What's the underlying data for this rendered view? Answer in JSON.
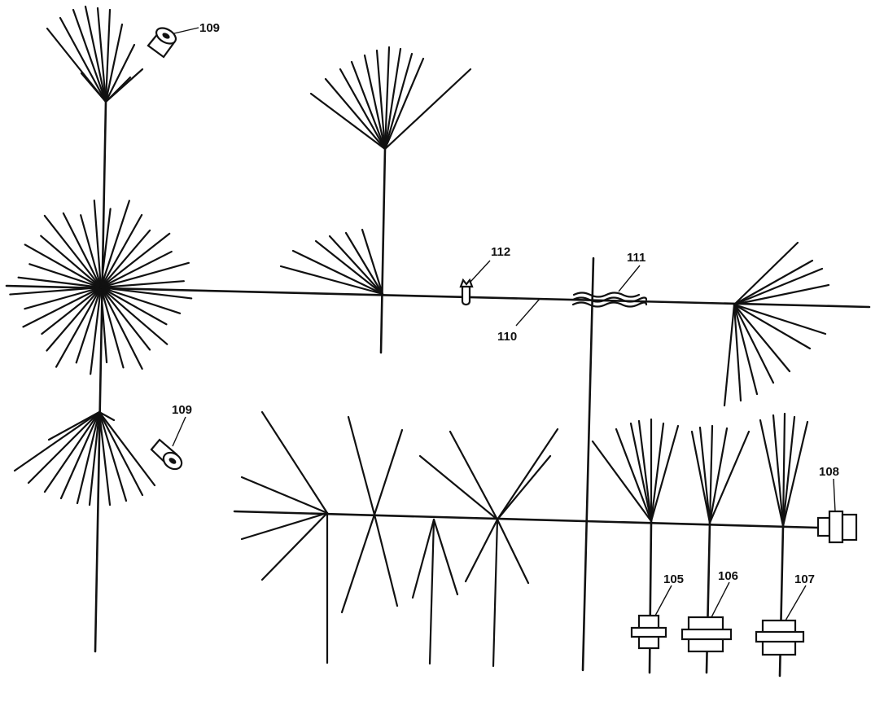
{
  "labels": {
    "splice_nut_upper": "109",
    "splice_nut_lower": "109",
    "main_wire": "110",
    "tape_wrap": "111",
    "solderless_connector": "112",
    "terminal_small": "105",
    "terminal_medium": "106",
    "terminal_large": "107",
    "butt_connector": "108"
  }
}
